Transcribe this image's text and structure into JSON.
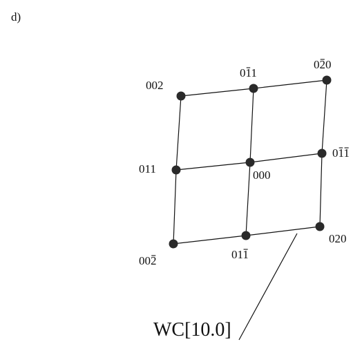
{
  "panel_label": "d)",
  "zone_axis_label": "WC[10.0]",
  "spots": {
    "s002": {
      "label": "002",
      "overbar": [
        false,
        false,
        false
      ]
    },
    "s0m11": {
      "label": "011",
      "overbar": [
        false,
        true,
        false
      ]
    },
    "s0m20": {
      "label": "020",
      "overbar": [
        false,
        true,
        false
      ]
    },
    "s011": {
      "label": "011",
      "overbar": [
        false,
        false,
        false
      ]
    },
    "s000": {
      "label": "000",
      "overbar": [
        false,
        false,
        false
      ]
    },
    "s0m1m1": {
      "label": "011",
      "overbar": [
        false,
        true,
        true
      ]
    },
    "s00m2": {
      "label": "002",
      "overbar": [
        false,
        false,
        true
      ]
    },
    "s01m1": {
      "label": "011",
      "overbar": [
        false,
        false,
        true
      ]
    },
    "s020": {
      "label": "020",
      "overbar": [
        false,
        false,
        false
      ]
    }
  },
  "colors": {
    "spot": "#2a2a2a",
    "line": "#111111",
    "background": "#ffffff"
  }
}
